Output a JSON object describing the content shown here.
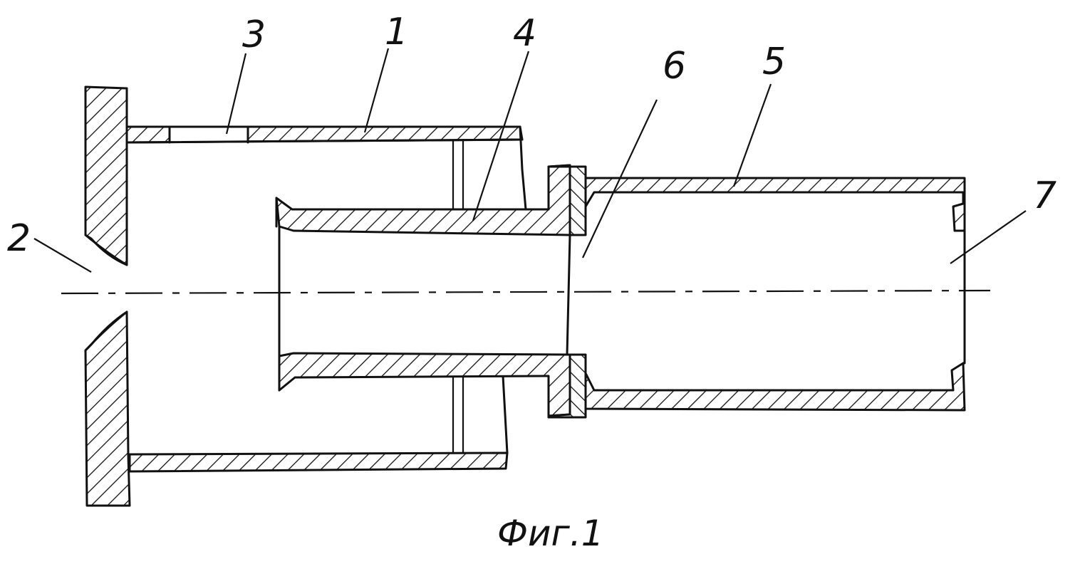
{
  "labels": {
    "n1": "1",
    "n2": "2",
    "n3": "3",
    "n4": "4",
    "n5": "5",
    "n6": "6",
    "n7": "7"
  },
  "caption": "Фиг.1"
}
